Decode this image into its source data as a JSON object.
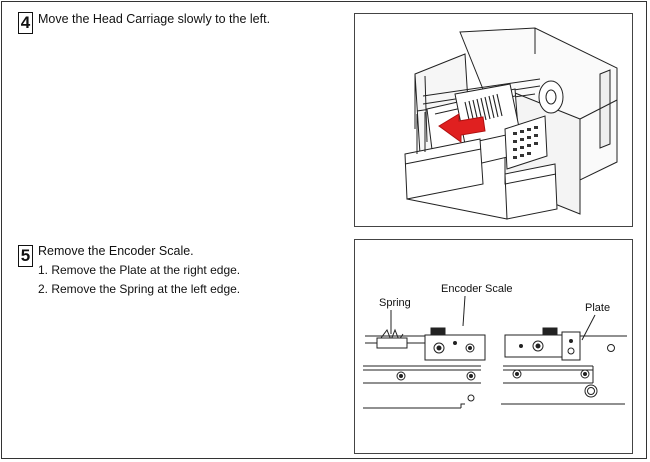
{
  "steps": [
    {
      "number": "4",
      "title": "Move the Head Carriage slowly to the left.",
      "substeps": []
    },
    {
      "number": "5",
      "title": "Remove the Encoder Scale.",
      "substeps": [
        "1. Remove the Plate at the right edge.",
        "2. Remove the Spring at the left edge."
      ]
    }
  ],
  "illustration_labels": {
    "encoder_scale": "Encoder Scale",
    "spring": "Spring",
    "plate": "Plate"
  },
  "colors": {
    "arrow": "#e02020",
    "line": "#222222"
  }
}
